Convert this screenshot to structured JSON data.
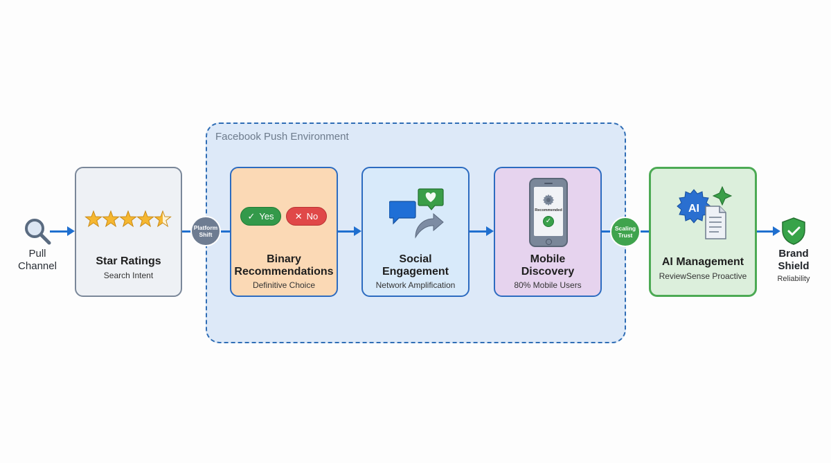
{
  "diagram": {
    "environment_label": "Facebook Push Environment",
    "start": {
      "label_line1": "Pull",
      "label_line2": "Channel",
      "icon": "magnifier-icon"
    },
    "cards": [
      {
        "id": "star",
        "title_line1": "Star Ratings",
        "title_line2": "",
        "subtitle": "Search Intent",
        "icon": "star-rating-icon",
        "rating": 4.5,
        "max_rating": 5
      },
      {
        "id": "binary",
        "title_line1": "Binary",
        "title_line2": "Recommendations",
        "subtitle": "Definitive Choice",
        "yes_label": "Yes",
        "no_label": "No"
      },
      {
        "id": "social",
        "title_line1": "Social",
        "title_line2": "Engagement",
        "subtitle": "Network Amplification",
        "icon": "chat-heart-share-icon"
      },
      {
        "id": "mobile",
        "title_line1": "Mobile",
        "title_line2": "Discovery",
        "subtitle": "80% Mobile Users",
        "phone_text": "Recommended"
      },
      {
        "id": "ai",
        "title_line1": "AI Management",
        "title_line2": "",
        "subtitle": "ReviewSense Proactive",
        "badge_text": "AI"
      }
    ],
    "transitions": [
      {
        "label_line1": "Platform",
        "label_line2": "Shift",
        "color": "#6e7c91"
      },
      {
        "label_line1": "Scaling",
        "label_line2": "Trust",
        "color": "#3fa34d"
      }
    ],
    "end": {
      "label_line1": "Brand",
      "label_line2": "Shield",
      "subtitle": "Reliability",
      "icon": "shield-check-icon"
    }
  },
  "colors": {
    "flow_blue": "#1f6fcf",
    "env_fill": "#dde9f8",
    "success_green": "#3fa34d",
    "no_red": "#e04848",
    "star_gold": "#f5b731"
  }
}
